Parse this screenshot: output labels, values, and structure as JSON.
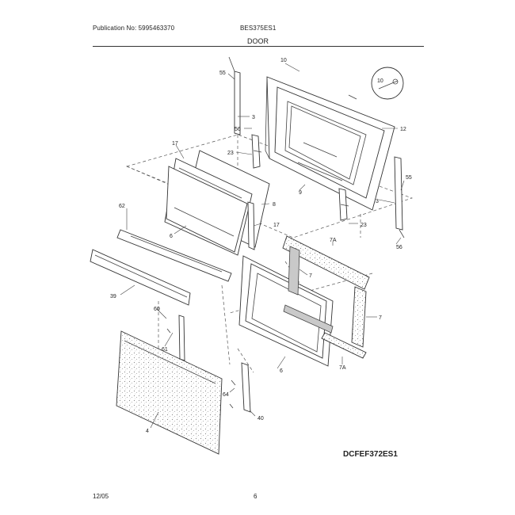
{
  "header": {
    "publication": "Publication No: 5995463370",
    "model": "BES375ES1",
    "section": "DOOR"
  },
  "diagram_code": "DCFEF372ES1",
  "footer": {
    "date": "12/05",
    "page": "6"
  },
  "callouts": {
    "c10": "10",
    "c10b": "10",
    "c55a": "55",
    "c3a": "3",
    "c56a": "56",
    "c12": "12",
    "c17a": "17",
    "c23a": "23",
    "c8a": "8",
    "c55b": "55",
    "c3b": "3",
    "c9": "9",
    "c17b": "17",
    "c23b": "23",
    "c56b": "56",
    "c62": "62",
    "c6a": "6",
    "c7a_top": "7A",
    "c7a": "7",
    "c39": "39",
    "c60": "60",
    "c7b": "7",
    "c61": "61",
    "c6b": "6",
    "c7a_bot": "7A",
    "c64": "64",
    "c40": "40",
    "c4": "4"
  }
}
